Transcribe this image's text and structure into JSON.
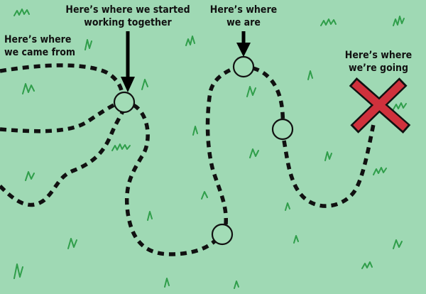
{
  "labels": {
    "came_from_1": "Here’s where",
    "came_from_2": "we came from",
    "started_1": "Here’s where we started",
    "started_2": "working together",
    "are_1": "Here’s where",
    "are_2": "we are",
    "going_1": "Here’s where",
    "going_2": "we’re going"
  },
  "colors": {
    "background": "#9fd9b4",
    "path": "#111111",
    "grass": "#2f9e4a",
    "destination_x": "#d0313c"
  },
  "icons": {
    "destination": "x-mark-icon",
    "pointer": "down-arrow-icon",
    "milestone": "circle-icon",
    "decoration": "grass-tuft-icon"
  }
}
